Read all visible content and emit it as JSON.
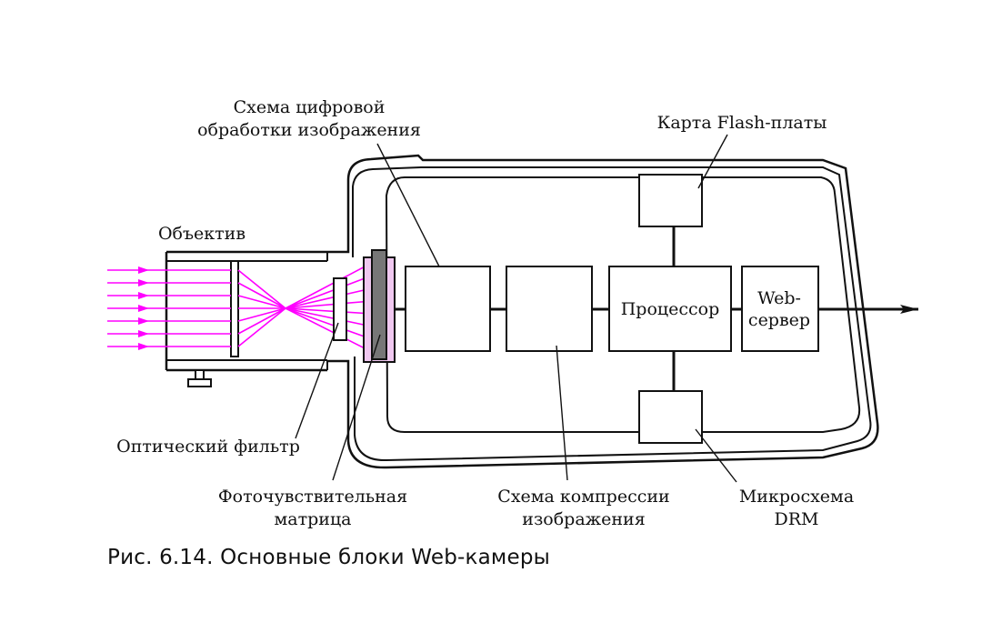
{
  "labels": {
    "dsp_line1": "Схема цифровой",
    "dsp_line2": "обработки изображения",
    "flash_card": "Карта Flash-платы",
    "lens": "Объектив",
    "processor": "Процессор",
    "web_server_line1": "Web-",
    "web_server_line2": "сервер",
    "optical_filter": "Оптический фильтр",
    "sensor_line1": "Фоточувствительная",
    "sensor_line2": "матрица",
    "compression_line1": "Схема компрессии",
    "compression_line2": "изображения",
    "drm_line1": "Микросхема",
    "drm_line2": "DRM"
  },
  "caption": "Рис. 6.14. Основные блоки Web-камеры",
  "colors": {
    "ray": "#ff00ff",
    "sensor_tint": "#f0c8f0",
    "sensor_bar": "#777777",
    "line": "#111111"
  }
}
